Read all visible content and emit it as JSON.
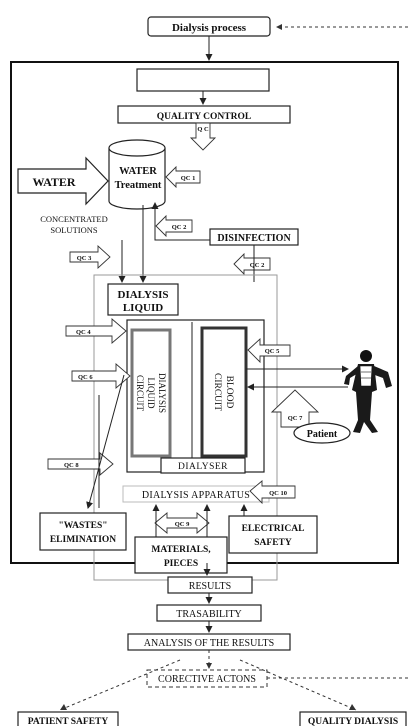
{
  "nodes": {
    "dialysis_process": "Dialysis process",
    "quality_control": "QUALITY CONTROL",
    "qc_arrow": "Q C",
    "water": "WATER",
    "water_treatment_1": "WATER",
    "water_treatment_2": "Treatment",
    "concentrated_1": "CONCENTRATED",
    "concentrated_2": "SOLUTIONS",
    "disinfection": "DISINFECTION",
    "dialysis_liquid_1": "DIALYSIS",
    "dialysis_liquid_2": "LIQUID",
    "liquid_circuit_1": "DIALYSIS",
    "liquid_circuit_2": "LIQUID",
    "liquid_circuit_3": "CIRCUIT",
    "blood_circuit_1": "BLOOD",
    "blood_circuit_2": "CIRCUIT",
    "dialyser": "DIALYSER",
    "dialysis_apparatus": "DIALYSIS APPARATUS",
    "patient": "Patient",
    "wastes_1": "\"WASTES\"",
    "wastes_2": "ELIMINATION",
    "materials_1": "MATERIALS,",
    "materials_2": "PIECES",
    "electrical_1": "ELECTRICAL",
    "electrical_2": "SAFETY",
    "results": "RESULTS",
    "trasability": "TRASABILITY",
    "analysis": "ANALYSIS OF THE RESULTS",
    "corrective": "CORECTIVE ACTONS",
    "patient_safety": "PATIENT SAFETY",
    "quality_dialysis": "QUALITY DIALYSIS"
  },
  "qc": {
    "qc1": "QC 1",
    "qc2a": "QC 2",
    "qc2b": "QC 2",
    "qc3": "QC 3",
    "qc4": "QC 4",
    "qc5": "QC 5",
    "qc6": "QC 6",
    "qc7": "QC 7",
    "qc8": "QC 8",
    "qc9": "QC 9",
    "qc10": "QC 10"
  }
}
